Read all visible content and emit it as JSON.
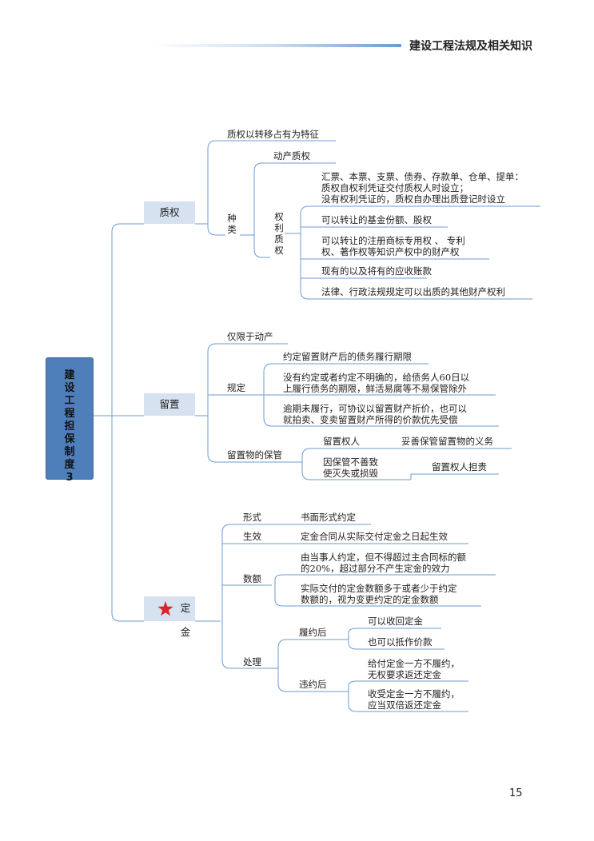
{
  "header": {
    "title": "建设工程法规及相关知识"
  },
  "page_number": "15",
  "root": {
    "label": "建设工程担保制度3"
  },
  "categories": {
    "pledge": "质权",
    "lien": "留置",
    "deposit": "定金"
  },
  "pledge": {
    "feature": "质权以转移占有为特征",
    "kinds_label": "种类",
    "movable": "动产质权",
    "rights_label": "权利质权",
    "r1_line1": "汇票、本票、支票、债券、存款单、仓单、提单：",
    "r1_line2": "质权自权利凭证交付质权人时设立；",
    "r1_line3": "没有权利凭证的，质权自办理出质登记时设立",
    "r2": "可以转让的基金份额、股权",
    "r3_line1": "可以转让的注册商标专用权 、 专利",
    "r3_line2": "权、著作权等知识产权中的财产权",
    "r4": "现有的以及将有的应收账款",
    "r5": "法律、行政法规规定可以出质的其他财产权利"
  },
  "lien": {
    "only_movable": "仅限于动产",
    "rules_label": "规定",
    "rule1": "约定留置财产后的债务履行期限",
    "rule2_line1": "没有约定或者约定不明确的，给债务人60日以",
    "rule2_line2": "上履行债务的期限，鲜活易腐等不易保管除外",
    "rule3_line1": "逾期未履行，可协议以留置财产折价，也可以",
    "rule3_line2": "就拍卖、变卖留置财产所得的价款优先受偿",
    "custody_label": "留置物的保管",
    "holder": "留置权人",
    "holder_duty": "妥善保管留置物的义务",
    "loss_line1": "因保管不善致",
    "loss_line2": "使灭失或损毁",
    "holder_liable": "留置权人担责"
  },
  "deposit": {
    "form_label": "形式",
    "form_value": "书面形式约定",
    "effect_label": "生效",
    "effect_value": "定金合同从实际交付定金之日起生效",
    "amount_label": "数额",
    "amount1_line1": "由当事人约定，但不得超过主合同标的额",
    "amount1_line2": "的20%，超过部分不产生定金的效力",
    "amount2_line1": "实际交付的定金数额多于或者少于约定",
    "amount2_line2": "数额的，视为变更约定的定金数额",
    "handling_label": "处理",
    "performed_label": "履约后",
    "performed1": "可以收回定金",
    "performed2": "也可以抵作价款",
    "breach_label": "违约后",
    "breach1_line1": "给付定金一方不履约，",
    "breach1_line2": "无权要求返还定金",
    "breach2_line1": "收受定金一方不履约，",
    "breach2_line2": "应当双倍返还定金"
  },
  "colors": {
    "line": "#6d9bcf",
    "root_fill": "#4f7fbb",
    "category_fill": "#d6e2ef",
    "star": "#d9262b"
  },
  "icons": {
    "deposit_marker": "star-icon"
  }
}
